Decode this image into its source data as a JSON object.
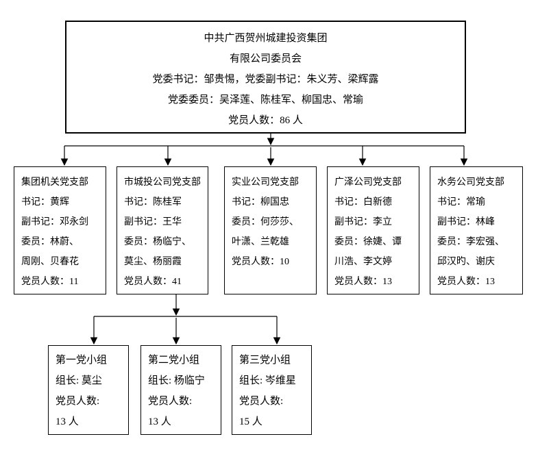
{
  "colors": {
    "background": "#ffffff",
    "border": "#000000",
    "line": "#000000",
    "text": "#000000"
  },
  "committee": {
    "lines": [
      "中共广西贺州城建投资集团",
      "有限公司委员会",
      "党委书记：邹贵惕，党委副书记：朱义芳、梁辉露",
      "党委委员：吴泽莲、陈桂军、柳国忠、常瑜",
      "党员人数：86 人"
    ],
    "member_count": 86
  },
  "branches": [
    {
      "name": "集团机关党支部",
      "member_count": 11,
      "lines": [
        "集团机关党支部",
        "书记：黄辉",
        "副书记：邓永剑",
        "委员：林蔚、",
        "周刚、贝春花",
        "党员人数：11"
      ]
    },
    {
      "name": "市城投公司党支部",
      "member_count": 41,
      "lines": [
        "市城投公司党支部",
        "书记：陈桂军",
        "副书记：王华",
        "委员：杨临宁、",
        "莫尘、杨丽霞",
        "党员人数：41"
      ]
    },
    {
      "name": "实业公司党支部",
      "member_count": 10,
      "lines": [
        "实业公司党支部",
        "书记：柳国忠",
        "委员：何莎莎、",
        "叶潇、兰乾雄",
        "党员人数：10"
      ]
    },
    {
      "name": "广泽公司党支部",
      "member_count": 13,
      "lines": [
        "广泽公司党支部",
        "书记：白新德",
        "副书记：李立",
        "委员：徐婕、谭",
        "川浩、李文婷",
        "党员人数：13"
      ]
    },
    {
      "name": "水务公司党支部",
      "member_count": 13,
      "lines": [
        "水务公司党支部",
        "书记：常瑜",
        "副书记：林峰",
        "委员：李宏强、",
        "邱汉旳、谢庆",
        "党员人数：13"
      ]
    }
  ],
  "groups": [
    {
      "name": "第一党小组",
      "member_count": 13,
      "lines": [
        "第一党小组",
        "组长: 莫尘",
        "党员人数:",
        "13 人"
      ]
    },
    {
      "name": "第二党小组",
      "member_count": 13,
      "lines": [
        "第二党小组",
        "组长: 杨临宁",
        "党员人数:",
        "13 人"
      ]
    },
    {
      "name": "第三党小组",
      "member_count": 15,
      "lines": [
        "第三党小组",
        "组长: 岑维星",
        "党员人数:",
        "15 人"
      ]
    }
  ]
}
